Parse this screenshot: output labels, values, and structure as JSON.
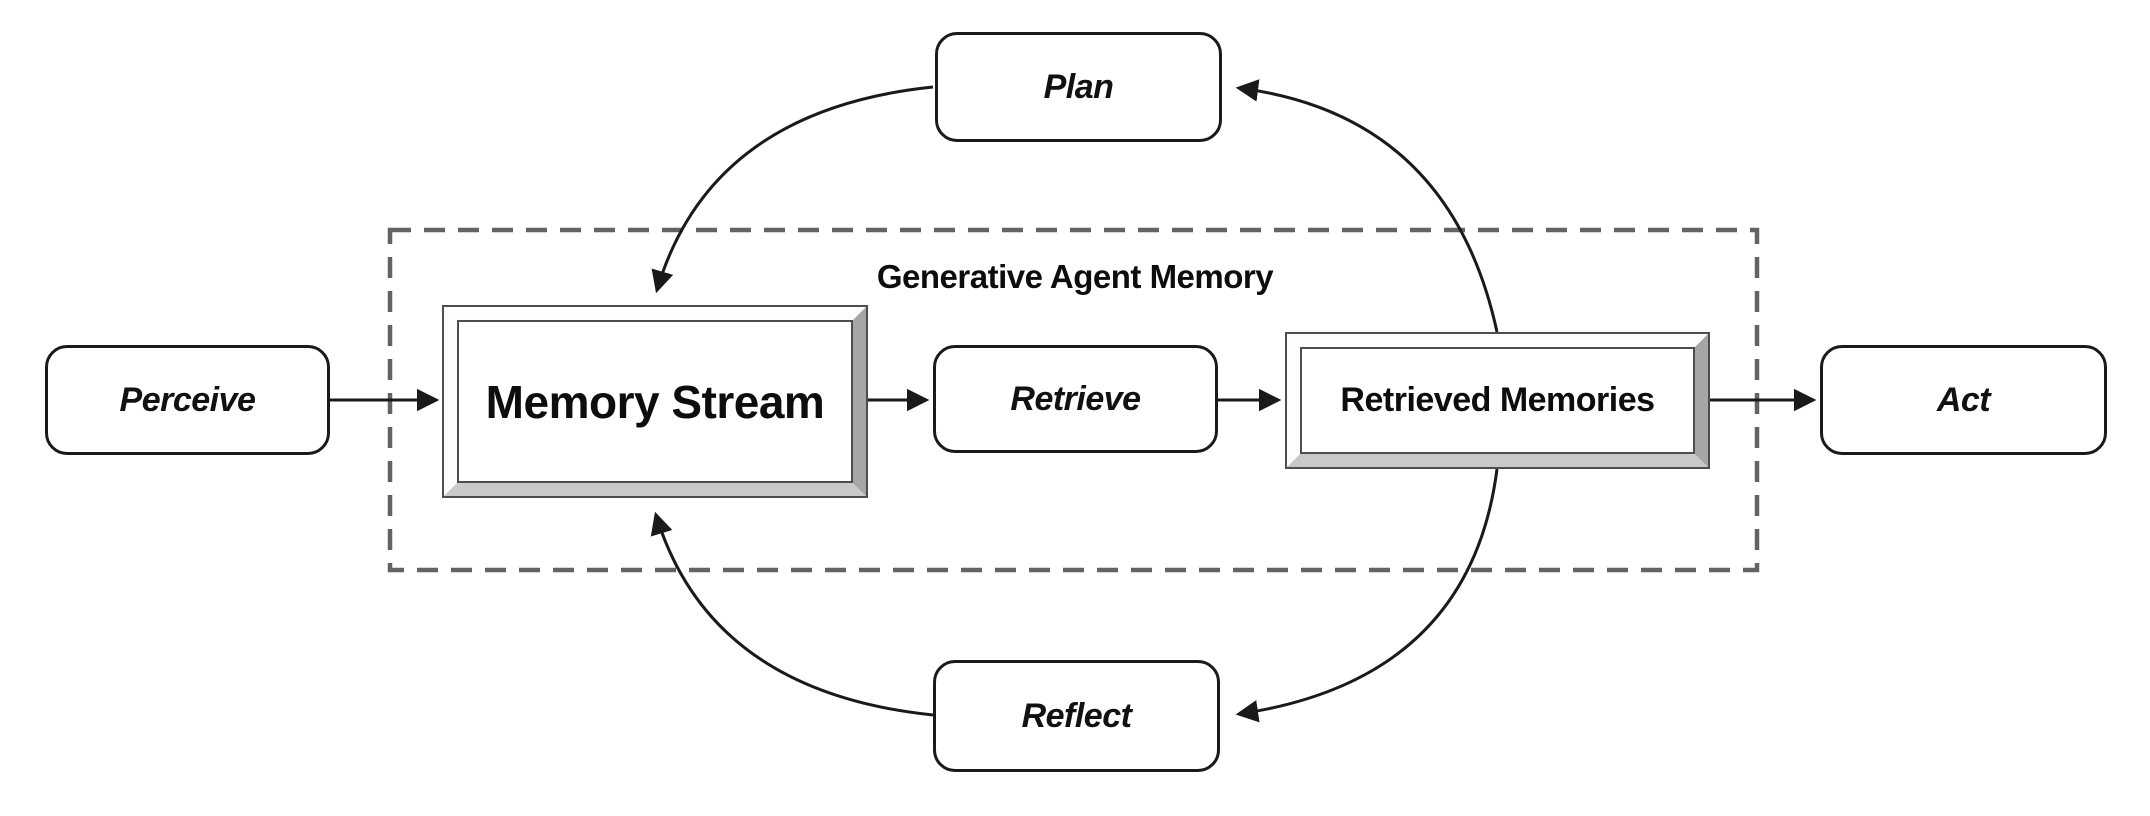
{
  "diagram": {
    "region_title": "Generative Agent Memory",
    "nodes": {
      "perceive": {
        "label": "Perceive",
        "shape": "rounded"
      },
      "memory_stream": {
        "label": "Memory Stream",
        "shape": "beveled-frame"
      },
      "retrieve": {
        "label": "Retrieve",
        "shape": "rounded"
      },
      "retrieved_memories": {
        "label": "Retrieved Memories",
        "shape": "beveled-frame"
      },
      "act": {
        "label": "Act",
        "shape": "rounded"
      },
      "plan": {
        "label": "Plan",
        "shape": "rounded"
      },
      "reflect": {
        "label": "Reflect",
        "shape": "rounded"
      }
    },
    "edges": [
      {
        "from": "Perceive",
        "to": "Memory Stream",
        "style": "straight-arrow"
      },
      {
        "from": "Memory Stream",
        "to": "Retrieve",
        "style": "straight-arrow"
      },
      {
        "from": "Retrieve",
        "to": "Retrieved Memories",
        "style": "straight-arrow"
      },
      {
        "from": "Retrieved Memories",
        "to": "Act",
        "style": "straight-arrow"
      },
      {
        "from": "Retrieved Memories",
        "to": "Plan",
        "style": "curved-arrow"
      },
      {
        "from": "Plan",
        "to": "Memory Stream",
        "style": "curved-arrow"
      },
      {
        "from": "Retrieved Memories",
        "to": "Reflect",
        "style": "curved-arrow"
      },
      {
        "from": "Reflect",
        "to": "Memory Stream",
        "style": "curved-arrow"
      }
    ],
    "colors": {
      "background": "#ffffff",
      "line": "#1a1a1a",
      "box_border": "#1a1a1a",
      "dashed_region_border": "#636363",
      "bevel_face_light": "#fdfdfd",
      "bevel_face_bottom": "#c9c9c9",
      "bevel_face_right": "#a6a6a6",
      "bevel_outline": "#4d4d4d",
      "text": "#0d0d0d"
    }
  }
}
